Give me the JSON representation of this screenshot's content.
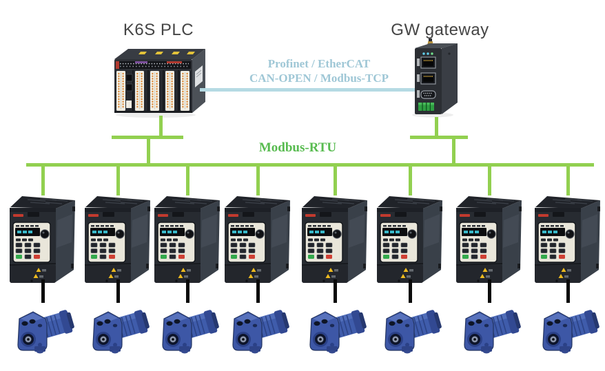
{
  "titles": {
    "plc": "K6S PLC",
    "gateway": "GW gateway"
  },
  "protocols": {
    "upper_line1": "Profinet / EtherCAT",
    "upper_line2": "CAN-OPEN / Modbus-TCP",
    "lower": "Modbus-RTU"
  },
  "devices": {
    "plc": {
      "icon": "plc-device-icon"
    },
    "gateway": {
      "icon": "gateway-device-icon"
    },
    "drives": {
      "icon": "vfd-drive-icon",
      "count": 8
    },
    "motors": {
      "icon": "gear-motor-icon",
      "count": 8
    }
  },
  "colors": {
    "upper_bus_line": "#b5dae3",
    "upper_bus_text": "#9fc7d6",
    "lower_bus_line": "#92d050",
    "lower_bus_text": "#57bb4f",
    "motor_cable": "#0a0a0a",
    "title_text": "#454545",
    "drive_body": "#272b31",
    "motor_body": "#3d57a6"
  }
}
